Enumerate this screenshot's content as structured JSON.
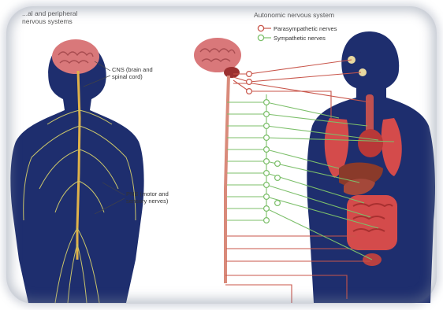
{
  "left_panel": {
    "title_line1": "...al and peripheral",
    "title_line2": "nervous systems",
    "cns_label_line1": "CNS (brain and",
    "cns_label_line2": "spinal cord)",
    "pns_label_line1": "PNS (motor and",
    "pns_label_line2": "sensory nerves)"
  },
  "right_panel": {
    "title": "Autonomic nervous system",
    "legend": [
      {
        "label": "Parasympathetic nerves",
        "color": "#c8554a"
      },
      {
        "label": "Sympathetic nerves",
        "color": "#7cbf6a"
      }
    ]
  },
  "colors": {
    "body": "#1e2e6e",
    "brain": "#d9787a",
    "spine": "#e0b24a",
    "nerve": "#c9c46a",
    "organ": "#d44b4b"
  }
}
